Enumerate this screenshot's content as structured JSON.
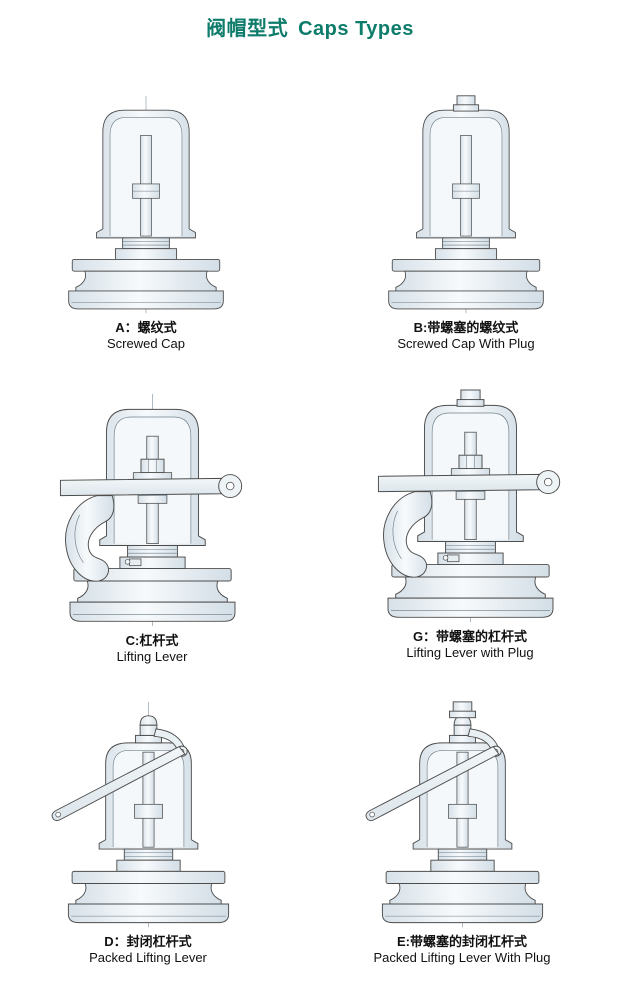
{
  "page": {
    "title": {
      "zh": "阀帽型式",
      "en": "Caps Types"
    }
  },
  "figures": [
    {
      "code": "A",
      "label_zh": "A：螺纹式",
      "label_en": "Screwed Cap"
    },
    {
      "code": "B",
      "label_zh": "B:带螺塞的螺纹式",
      "label_en": "Screwed Cap With Plug"
    },
    {
      "code": "C",
      "label_zh": "C:杠杆式",
      "label_en": "Lifting Lever"
    },
    {
      "code": "G",
      "label_zh": "G：带螺塞的杠杆式",
      "label_en": "Lifting Lever with Plug"
    },
    {
      "code": "D",
      "label_zh": "D：封闭杠杆式",
      "label_en": "Packed Lifting Lever"
    },
    {
      "code": "E",
      "label_zh": "E:带螺塞的封闭杠杆式",
      "label_en": "Packed Lifting Lever With Plug"
    }
  ]
}
